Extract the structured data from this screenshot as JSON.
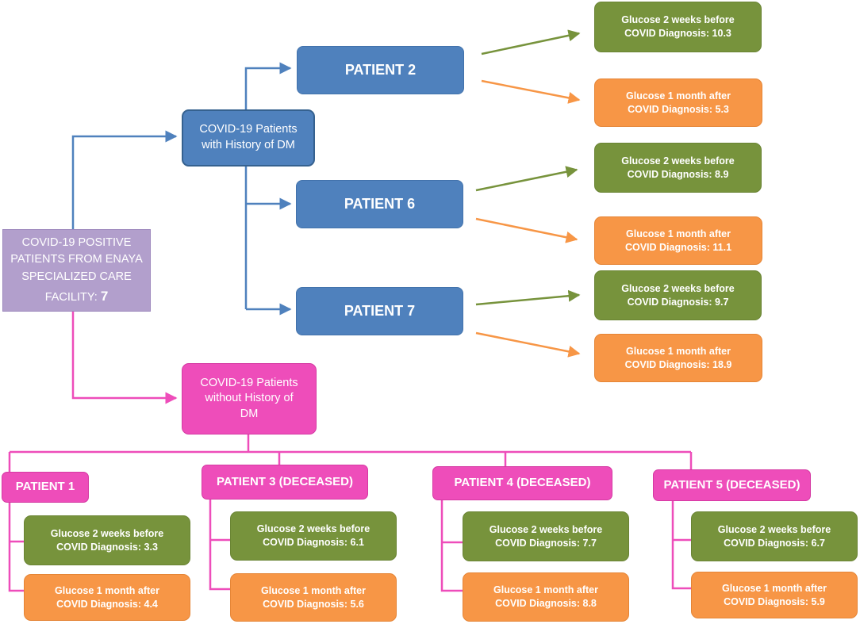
{
  "root": {
    "text": "COVID-19 POSITIVE\nPATIENTS FROM ENAYA\nSPECIALIZED CARE\nFACILITY: ",
    "count": "7"
  },
  "with_dm": {
    "label": "COVID-19 Patients\nwith History of DM"
  },
  "without_dm": {
    "label": "COVID-19 Patients\nwithout History of\nDM"
  },
  "dm_patients": [
    {
      "name": "PATIENT 2",
      "before": "Glucose 2 weeks before\nCOVID Diagnosis:  10.3",
      "after": "Glucose 1 month after\nCOVID Diagnosis: 5.3"
    },
    {
      "name": "PATIENT 6",
      "before": "Glucose 2 weeks before\nCOVID Diagnosis: 8.9",
      "after": "Glucose 1 month after\nCOVID Diagnosis: 11.1"
    },
    {
      "name": "PATIENT 7",
      "before": "Glucose 2 weeks before\nCOVID Diagnosis: 9.7",
      "after": "Glucose 1 month after\nCOVID Diagnosis: 18.9"
    }
  ],
  "nodm_patients": [
    {
      "name": "PATIENT 1",
      "before": "Glucose 2 weeks before\nCOVID Diagnosis: 3.3",
      "after": "Glucose 1 month after\nCOVID Diagnosis: 4.4"
    },
    {
      "name": "PATIENT 3 (DECEASED)",
      "before": "Glucose 2 weeks before\nCOVID Diagnosis: 6.1",
      "after": "Glucose 1 month after\nCOVID Diagnosis: 5.6"
    },
    {
      "name": "PATIENT 4 (DECEASED)",
      "before": "Glucose 2 weeks before\nCOVID Diagnosis: 7.7",
      "after": "Glucose 1 month after\nCOVID Diagnosis: 8.8"
    },
    {
      "name": "PATIENT 5 (DECEASED)",
      "before": "Glucose 2 weeks before\nCOVID Diagnosis: 6.7",
      "after": "Glucose 1 month after\nCOVID Diagnosis: 5.9"
    }
  ],
  "colors": {
    "blue": "#4f81bd",
    "pink": "#ee4dba",
    "green": "#77933c",
    "orange": "#f79646",
    "purple": "#b29fcc"
  }
}
